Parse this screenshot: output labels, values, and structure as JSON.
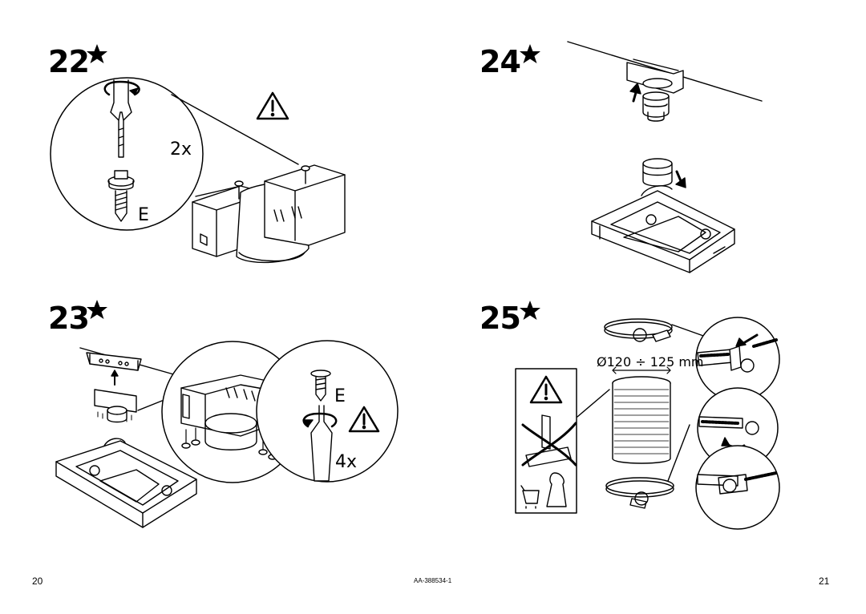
{
  "steps": [
    {
      "number": "22"
    },
    {
      "number": "23"
    },
    {
      "number": "24"
    },
    {
      "number": "25"
    }
  ],
  "step22": {
    "quantity": "2x",
    "part": "E"
  },
  "step23": {
    "quantity": "4x",
    "part": "E"
  },
  "step25": {
    "diameter": "Ø120 ÷ 125 mm"
  },
  "footer": {
    "page_left": "20",
    "doc_code": "AA-388534-1",
    "page_right": "21"
  }
}
